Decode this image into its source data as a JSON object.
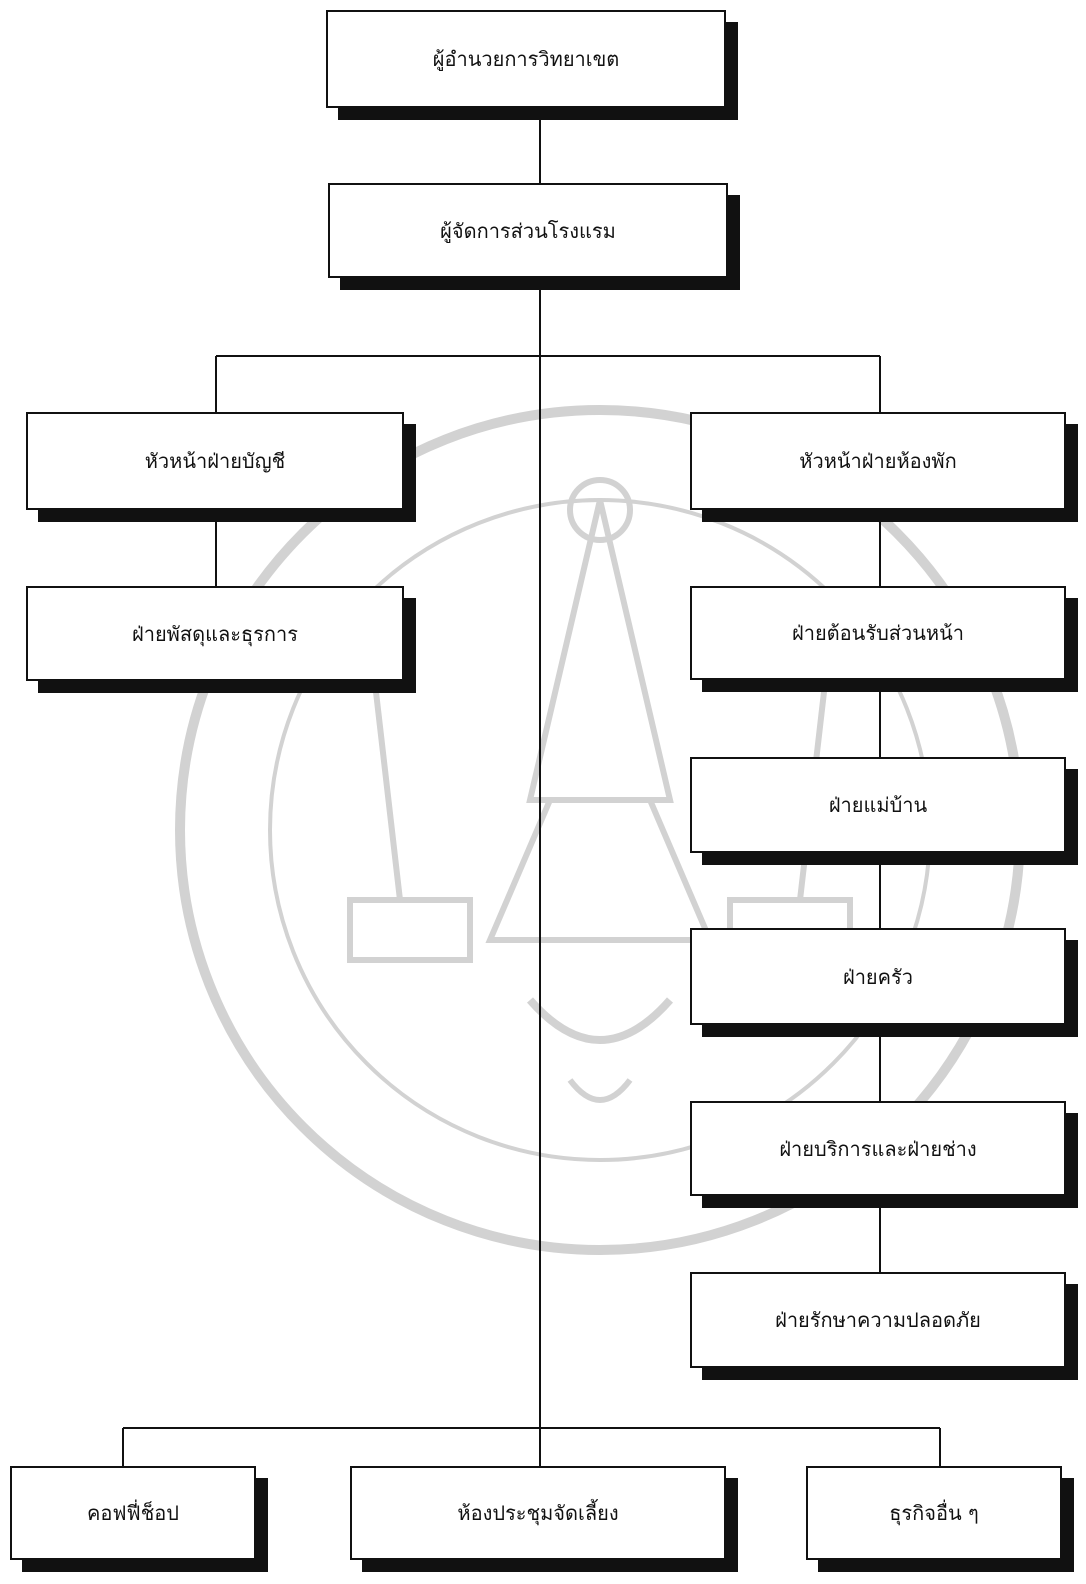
{
  "nodes": {
    "director": "ผู้อำนวยการวิทยาเขต",
    "hotel_manager": "ผู้จัดการส่วนโรงแรม",
    "head_accounting": "หัวหน้าฝ่ายบัญชี",
    "supplies_admin": "ฝ่ายพัสดุและธุรการ",
    "head_rooms": "หัวหน้าฝ่ายห้องพัก",
    "front_office": "ฝ่ายต้อนรับส่วนหน้า",
    "housekeeping": "ฝ่ายแม่บ้าน",
    "kitchen": "ฝ่ายครัว",
    "service_engineering": "ฝ่ายบริการและฝ่ายช่าง",
    "security": "ฝ่ายรักษาความปลอดภัย",
    "coffee_shop": "คอฟฟี่ช็อป",
    "meeting_banquet": "ห้องประชุมจัดเลี้ยง",
    "other_business": "ธุรกิจอื่น ๆ"
  },
  "colors": {
    "line": "#111111",
    "box_shadow": "#111111",
    "watermark": "#d0d0d0"
  }
}
